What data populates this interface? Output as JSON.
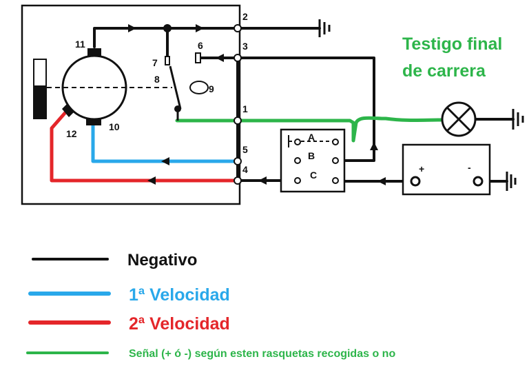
{
  "colors": {
    "negative": "#111111",
    "first_speed": "#29a8ea",
    "second_speed": "#e4262a",
    "signal": "#2db54a"
  },
  "annotation": {
    "line1": "Testigo final",
    "line2": "de carrera"
  },
  "terminals": {
    "t1": "1",
    "t2": "2",
    "t3": "3",
    "t4": "4",
    "t5": "5",
    "t6": "6",
    "t7": "7",
    "t8": "8",
    "t9": "9",
    "t10": "10",
    "t11": "11",
    "t12": "12"
  },
  "switch_labels": {
    "a": "A",
    "b": "B",
    "c": "C"
  },
  "battery": {
    "plus": "+",
    "minus": "-"
  },
  "legend": [
    {
      "key": "negative",
      "label": "Negativo"
    },
    {
      "key": "first_speed",
      "label": "1ª Velocidad"
    },
    {
      "key": "second_speed",
      "label": "2ª Velocidad"
    },
    {
      "key": "signal",
      "label": "Señal (+ ó -) según esten rasquetas  recogidas o no"
    }
  ]
}
